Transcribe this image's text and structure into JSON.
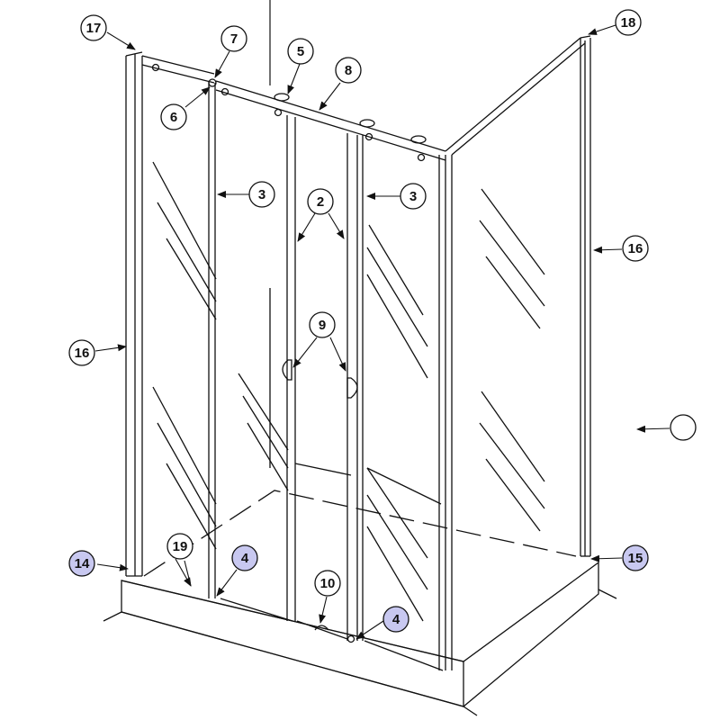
{
  "diagram": {
    "callouts": [
      {
        "id": "c17",
        "label": "17",
        "highlighted": false
      },
      {
        "id": "c7",
        "label": "7",
        "highlighted": false
      },
      {
        "id": "c5",
        "label": "5",
        "highlighted": false
      },
      {
        "id": "c8",
        "label": "8",
        "highlighted": false
      },
      {
        "id": "c18",
        "label": "18",
        "highlighted": false
      },
      {
        "id": "c6",
        "label": "6",
        "highlighted": false
      },
      {
        "id": "c3a",
        "label": "3",
        "highlighted": false
      },
      {
        "id": "c2",
        "label": "2",
        "highlighted": false
      },
      {
        "id": "c3b",
        "label": "3",
        "highlighted": false
      },
      {
        "id": "c16a",
        "label": "16",
        "highlighted": false
      },
      {
        "id": "c9",
        "label": "9",
        "highlighted": false
      },
      {
        "id": "c16b",
        "label": "16",
        "highlighted": false
      },
      {
        "id": "c-blank",
        "label": "",
        "highlighted": false
      },
      {
        "id": "c14",
        "label": "14",
        "highlighted": true
      },
      {
        "id": "c19",
        "label": "19",
        "highlighted": false
      },
      {
        "id": "c4a",
        "label": "4",
        "highlighted": true
      },
      {
        "id": "c10",
        "label": "10",
        "highlighted": false
      },
      {
        "id": "c4b",
        "label": "4",
        "highlighted": true
      },
      {
        "id": "c15",
        "label": "15",
        "highlighted": true
      }
    ],
    "colors": {
      "line": "#111111",
      "callout_fill": "#ffffff",
      "highlight_fill": "#c8c8f0"
    }
  }
}
